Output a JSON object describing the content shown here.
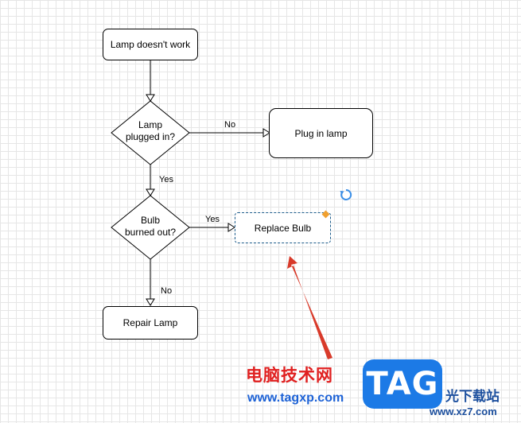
{
  "diagram": {
    "nodes": {
      "lamp_doesnt_work": "Lamp doesn't work",
      "lamp_plugged_in": [
        "Lamp",
        "plugged in?"
      ],
      "plug_in_lamp": "Plug in lamp",
      "bulb_burned_out": [
        "Bulb",
        "burned out?"
      ],
      "replace_bulb": "Replace Bulb",
      "repair_lamp": "Repair Lamp"
    },
    "edge_labels": {
      "plugged_no": "No",
      "plugged_yes": "Yes",
      "bulb_yes": "Yes",
      "bulb_no": "No"
    },
    "selected_node": "replace_bulb",
    "colors": {
      "grid_line": "#e6e6e6",
      "selection_border": "#1e5d8c",
      "resize_handle": "#f0a030",
      "rotate_icon": "#3a8ee6",
      "annotation_arrow": "#d83a2a"
    }
  },
  "watermark": {
    "site_name_cn": "电脑技术网",
    "site_url": "www.tagxp.com",
    "logo_text": "TAG",
    "right_text_cn": "光下载站",
    "right_url": "www.xz7.com"
  }
}
